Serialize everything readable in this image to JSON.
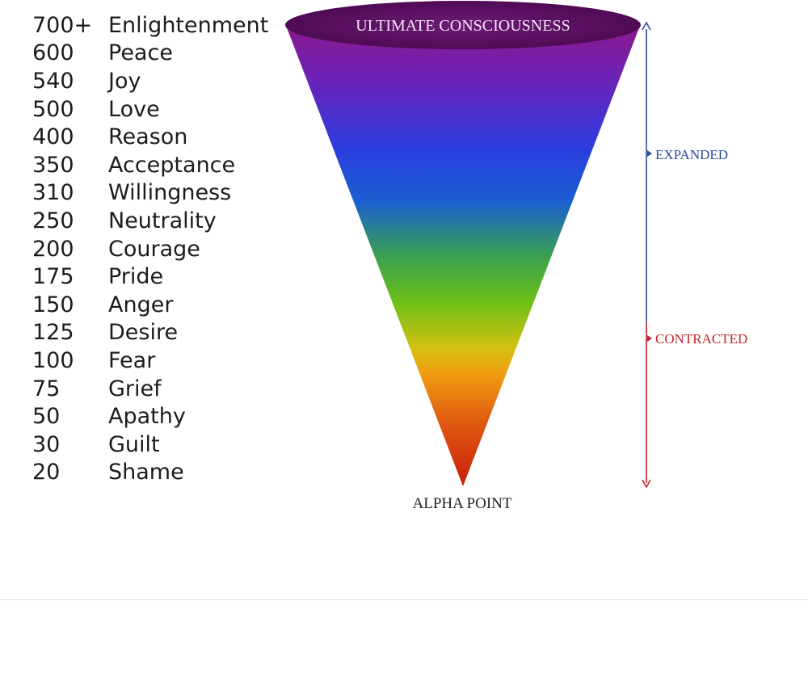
{
  "levels": [
    {
      "value": "700+",
      "name": "Enlightenment"
    },
    {
      "value": "600",
      "name": "Peace"
    },
    {
      "value": "540",
      "name": "Joy"
    },
    {
      "value": "500",
      "name": "Love"
    },
    {
      "value": "400",
      "name": "Reason"
    },
    {
      "value": "350",
      "name": "Acceptance"
    },
    {
      "value": "310",
      "name": "Willingness"
    },
    {
      "value": "250",
      "name": "Neutrality"
    },
    {
      "value": "200",
      "name": "Courage"
    },
    {
      "value": "175",
      "name": "Pride"
    },
    {
      "value": "150",
      "name": "Anger"
    },
    {
      "value": "125",
      "name": "Desire"
    },
    {
      "value": "100",
      "name": "Fear"
    },
    {
      "value": "75",
      "name": "Grief"
    },
    {
      "value": "50",
      "name": "Apathy"
    },
    {
      "value": "30",
      "name": "Guilt"
    },
    {
      "value": "20",
      "name": "Shame"
    }
  ],
  "cone": {
    "top_label": "ULTIMATE CONSCIOUSNESS",
    "bottom_label": "ALPHA POINT"
  },
  "axis": {
    "expanded_label": "EXPANDED",
    "contracted_label": "CONTRACTED"
  },
  "colors": {
    "cap": "#5a1060",
    "cap_text": "#f2e6f2",
    "expanded": "#2d4d9a",
    "contracted": "#c02530",
    "label_text": "#222222"
  },
  "cone_gradient": [
    "#8a1a8c",
    "#6a22b8",
    "#2a3ee0",
    "#1a5ed0",
    "#3aa050",
    "#6cc018",
    "#d4c010",
    "#f0a010",
    "#e05a10",
    "#c81e0c"
  ]
}
